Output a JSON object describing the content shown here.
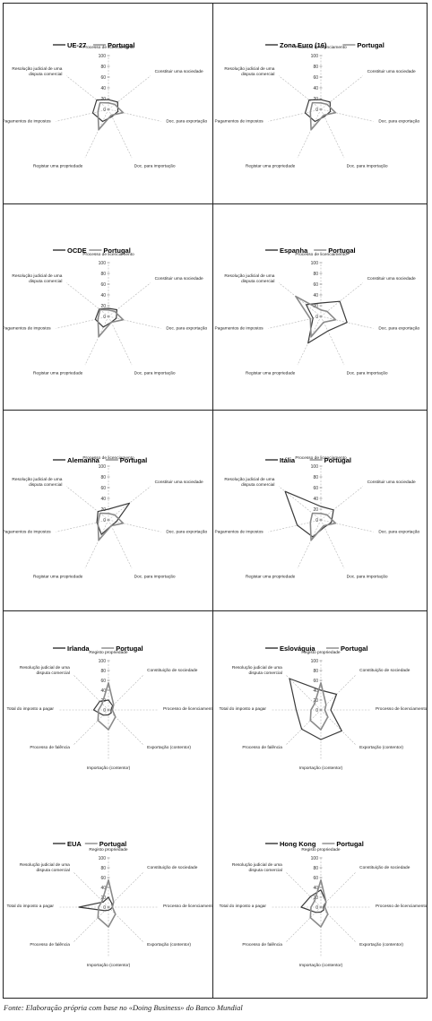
{
  "caption": "Fonte: Elaboração própria com base no «Doing Business» do Banco Mundial",
  "chart_data": [
    {
      "type": "radar",
      "ticks": [
        "0",
        "20",
        "40",
        "60",
        "80",
        "100"
      ],
      "rlim": [
        0,
        100
      ],
      "legend": [
        "UE-27",
        "Portugal"
      ],
      "axes": [
        "Processo de licenciamento",
        "Constituir uma sociedade",
        "Doc. para exportação",
        "Doc. para importação",
        "Registar uma propriedade",
        "Pagamentos de impostos",
        "Resolução judicial de uma disputa comercial"
      ],
      "series": [
        {
          "name": "UE-27",
          "values": [
            18,
            22,
            18,
            15,
            25,
            30,
            28
          ]
        },
        {
          "name": "Portugal",
          "values": [
            12,
            15,
            28,
            12,
            42,
            20,
            20
          ]
        }
      ]
    },
    {
      "type": "radar",
      "ticks": [
        "0",
        "20",
        "40",
        "60",
        "80",
        "100"
      ],
      "rlim": [
        0,
        100
      ],
      "legend": [
        "Zona Euro (16)",
        "Portugal"
      ],
      "axes": [
        "Processo de licenciamento",
        "Constituir uma sociedade",
        "Doc. para exportação",
        "Doc. para importação",
        "Registar uma propriedade",
        "Pagamentos de impostos",
        "Resolução judicial de uma disputa comercial"
      ],
      "series": [
        {
          "name": "Zona Euro (16)",
          "values": [
            18,
            22,
            18,
            15,
            25,
            30,
            28
          ]
        },
        {
          "name": "Portugal",
          "values": [
            12,
            15,
            28,
            12,
            42,
            20,
            20
          ]
        }
      ]
    },
    {
      "type": "radar",
      "ticks": [
        "0",
        "20",
        "40",
        "60",
        "80",
        "100"
      ],
      "rlim": [
        0,
        100
      ],
      "legend": [
        "OCDE",
        "Portugal"
      ],
      "axes": [
        "Processo de licenciamento",
        "Constituir uma sociedade",
        "Doc. para exportação",
        "Doc. para importação",
        "Registar uma propriedade",
        "Pagamentos de impostos",
        "Resolução judicial de uma disputa comercial"
      ],
      "series": [
        {
          "name": "OCDE",
          "values": [
            15,
            20,
            15,
            12,
            22,
            25,
            22
          ]
        },
        {
          "name": "Portugal",
          "values": [
            12,
            15,
            28,
            12,
            42,
            20,
            20
          ]
        }
      ]
    },
    {
      "type": "radar",
      "ticks": [
        "0",
        "20",
        "40",
        "60",
        "80",
        "100"
      ],
      "rlim": [
        0,
        100
      ],
      "legend": [
        "Espanha",
        "Portugal"
      ],
      "axes": [
        "Processo de licenciamento",
        "Constituir uma sociedade",
        "Doc. para exportação",
        "Doc. para importação",
        "Registar uma propriedade",
        "Pagamentos de impostos",
        "Resolução judicial de uma disputa comercial"
      ],
      "series": [
        {
          "name": "Espanha",
          "values": [
            25,
            45,
            50,
            30,
            55,
            15,
            35
          ]
        },
        {
          "name": "Portugal",
          "values": [
            12,
            15,
            28,
            12,
            42,
            20,
            60
          ]
        }
      ]
    },
    {
      "type": "radar",
      "ticks": [
        "0",
        "20",
        "40",
        "60",
        "80",
        "100"
      ],
      "rlim": [
        0,
        100
      ],
      "legend": [
        "Alemanha",
        "Portugal"
      ],
      "axes": [
        "Processo de licenciamento",
        "Constituir uma sociedade",
        "Doc. para exportação",
        "Doc. para importação",
        "Registar uma propriedade",
        "Pagamentos de impostos",
        "Resolução judicial de uma disputa comercial"
      ],
      "series": [
        {
          "name": "Alemanha",
          "values": [
            20,
            50,
            15,
            12,
            30,
            22,
            25
          ]
        },
        {
          "name": "Portugal",
          "values": [
            12,
            15,
            28,
            12,
            42,
            20,
            20
          ]
        }
      ]
    },
    {
      "type": "radar",
      "ticks": [
        "0",
        "20",
        "40",
        "60",
        "80",
        "100"
      ],
      "rlim": [
        0,
        100
      ],
      "legend": [
        "Itália",
        "Portugal"
      ],
      "axes": [
        "Processo de licenciamento",
        "Constituir uma sociedade",
        "Doc. para exportação",
        "Doc. para importação",
        "Registar uma propriedade",
        "Pagamentos de impostos",
        "Resolução judicial de uma disputa comercial"
      ],
      "series": [
        {
          "name": "Itália",
          "values": [
            25,
            30,
            20,
            15,
            35,
            45,
            85
          ]
        },
        {
          "name": "Portugal",
          "values": [
            12,
            15,
            28,
            12,
            42,
            20,
            20
          ]
        }
      ]
    },
    {
      "type": "radar",
      "ticks": [
        "0",
        "20",
        "40",
        "60",
        "80",
        "100"
      ],
      "rlim": [
        0,
        100
      ],
      "legend": [
        "Irlanda",
        "Portugal"
      ],
      "axes": [
        "Registo propriedade",
        "Constituição de sociedade",
        "Processo de licenciamento",
        "Exportação (contentor)",
        "Importação (contentor)",
        "Processo de falência",
        "Total do imposto a pagar",
        "Resolução judicial de uma disputa comercial"
      ],
      "series": [
        {
          "name": "Irlanda",
          "values": [
            20,
            12,
            5,
            8,
            10,
            15,
            30,
            25
          ]
        },
        {
          "name": "Portugal",
          "values": [
            55,
            15,
            8,
            20,
            40,
            30,
            20,
            18
          ]
        }
      ]
    },
    {
      "type": "radar",
      "ticks": [
        "0",
        "20",
        "40",
        "60",
        "80",
        "100"
      ],
      "rlim": [
        0,
        100
      ],
      "legend": [
        "Eslováquia",
        "Portugal"
      ],
      "axes": [
        "Registo propriedade",
        "Constituição de sociedade",
        "Processo de licenciamento",
        "Exportação (contentor)",
        "Importação (contentor)",
        "Processo de falência",
        "Total do imposto a pagar",
        "Resolução judicial de uma disputa comercial"
      ],
      "series": [
        {
          "name": "Eslováquia",
          "values": [
            40,
            45,
            20,
            60,
            60,
            55,
            50,
            90
          ]
        },
        {
          "name": "Portugal",
          "values": [
            55,
            15,
            8,
            20,
            40,
            30,
            20,
            18
          ]
        }
      ]
    },
    {
      "type": "radar",
      "ticks": [
        "0",
        "20",
        "40",
        "60",
        "80",
        "100"
      ],
      "rlim": [
        0,
        100
      ],
      "legend": [
        "EUA",
        "Portugal"
      ],
      "axes": [
        "Registo propriedade",
        "Constituição de sociedade",
        "Processo de licenciamento",
        "Exportação (contentor)",
        "Importação (contentor)",
        "Processo de falência",
        "Total do imposto a pagar",
        "Resolução judicial de uma disputa comercial"
      ],
      "series": [
        {
          "name": "EUA",
          "values": [
            20,
            10,
            8,
            6,
            6,
            10,
            60,
            15
          ]
        },
        {
          "name": "Portugal",
          "values": [
            55,
            15,
            8,
            20,
            40,
            30,
            20,
            18
          ]
        }
      ]
    },
    {
      "type": "radar",
      "ticks": [
        "0",
        "20",
        "40",
        "60",
        "80",
        "100"
      ],
      "rlim": [
        0,
        100
      ],
      "legend": [
        "Hong Kong",
        "Portugal"
      ],
      "axes": [
        "Registo propriedade",
        "Constituição de sociedade",
        "Processo de licenciamento",
        "Exportação (contentor)",
        "Importação (contentor)",
        "Processo de falência",
        "Total do imposto a pagar",
        "Resolução judicial de uma disputa comercial"
      ],
      "series": [
        {
          "name": "Hong Kong",
          "values": [
            35,
            15,
            5,
            8,
            10,
            15,
            40,
            30
          ]
        },
        {
          "name": "Portugal",
          "values": [
            55,
            15,
            8,
            20,
            40,
            30,
            20,
            18
          ]
        }
      ]
    }
  ]
}
